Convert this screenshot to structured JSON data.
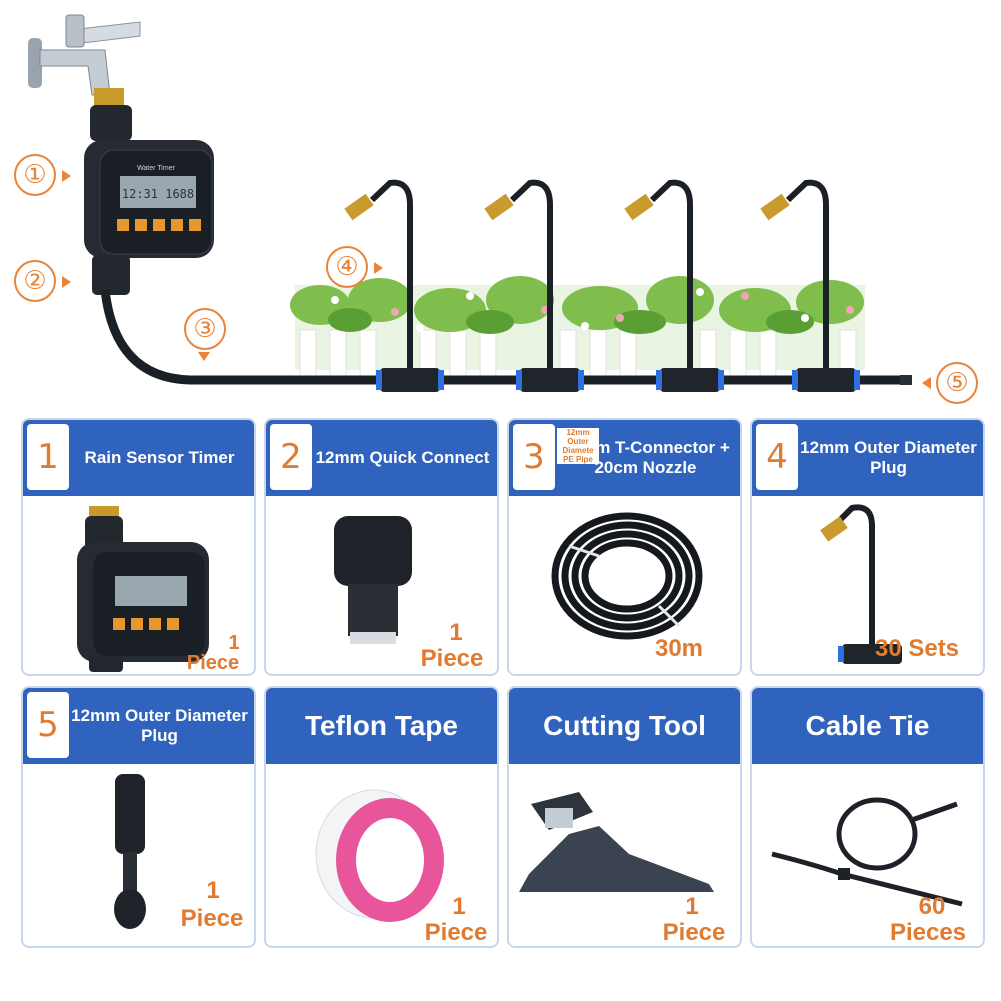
{
  "callouts": [
    "①",
    "②",
    "③",
    "④",
    "⑤"
  ],
  "timer_face": {
    "brand": "Water Timer",
    "lcd": "12:31 1688"
  },
  "cards": [
    {
      "num": "1",
      "title": "Rain Sensor Timer",
      "qty_num": "1",
      "qty_unit": "Piece"
    },
    {
      "num": "2",
      "title": "12mm Quick Connect",
      "qty_num": "1",
      "qty_unit": "Piece"
    },
    {
      "num": "3",
      "title": "12mm T-Connector + 20cm Nozzle",
      "overlay": "12mm Outer Diamete PE Pipe",
      "qty": "30m"
    },
    {
      "num": "4",
      "title": "12mm Outer Diameter Plug",
      "qty": "30 Sets"
    },
    {
      "num": "5",
      "title": "12mm Outer Diameter Plug",
      "qty_num": "1",
      "qty_unit": "Piece"
    },
    {
      "title": "Teflon Tape",
      "qty_num": "1",
      "qty_unit": "Piece"
    },
    {
      "title": "Cutting Tool",
      "qty_num": "1",
      "qty_unit": "Piece"
    },
    {
      "title": "Cable Tie",
      "qty_num": "60",
      "qty_unit": "Pieces"
    }
  ],
  "colors": {
    "accent": "#e07b30",
    "header_blue": "#2f63be",
    "pipe": "#1b1f26"
  }
}
